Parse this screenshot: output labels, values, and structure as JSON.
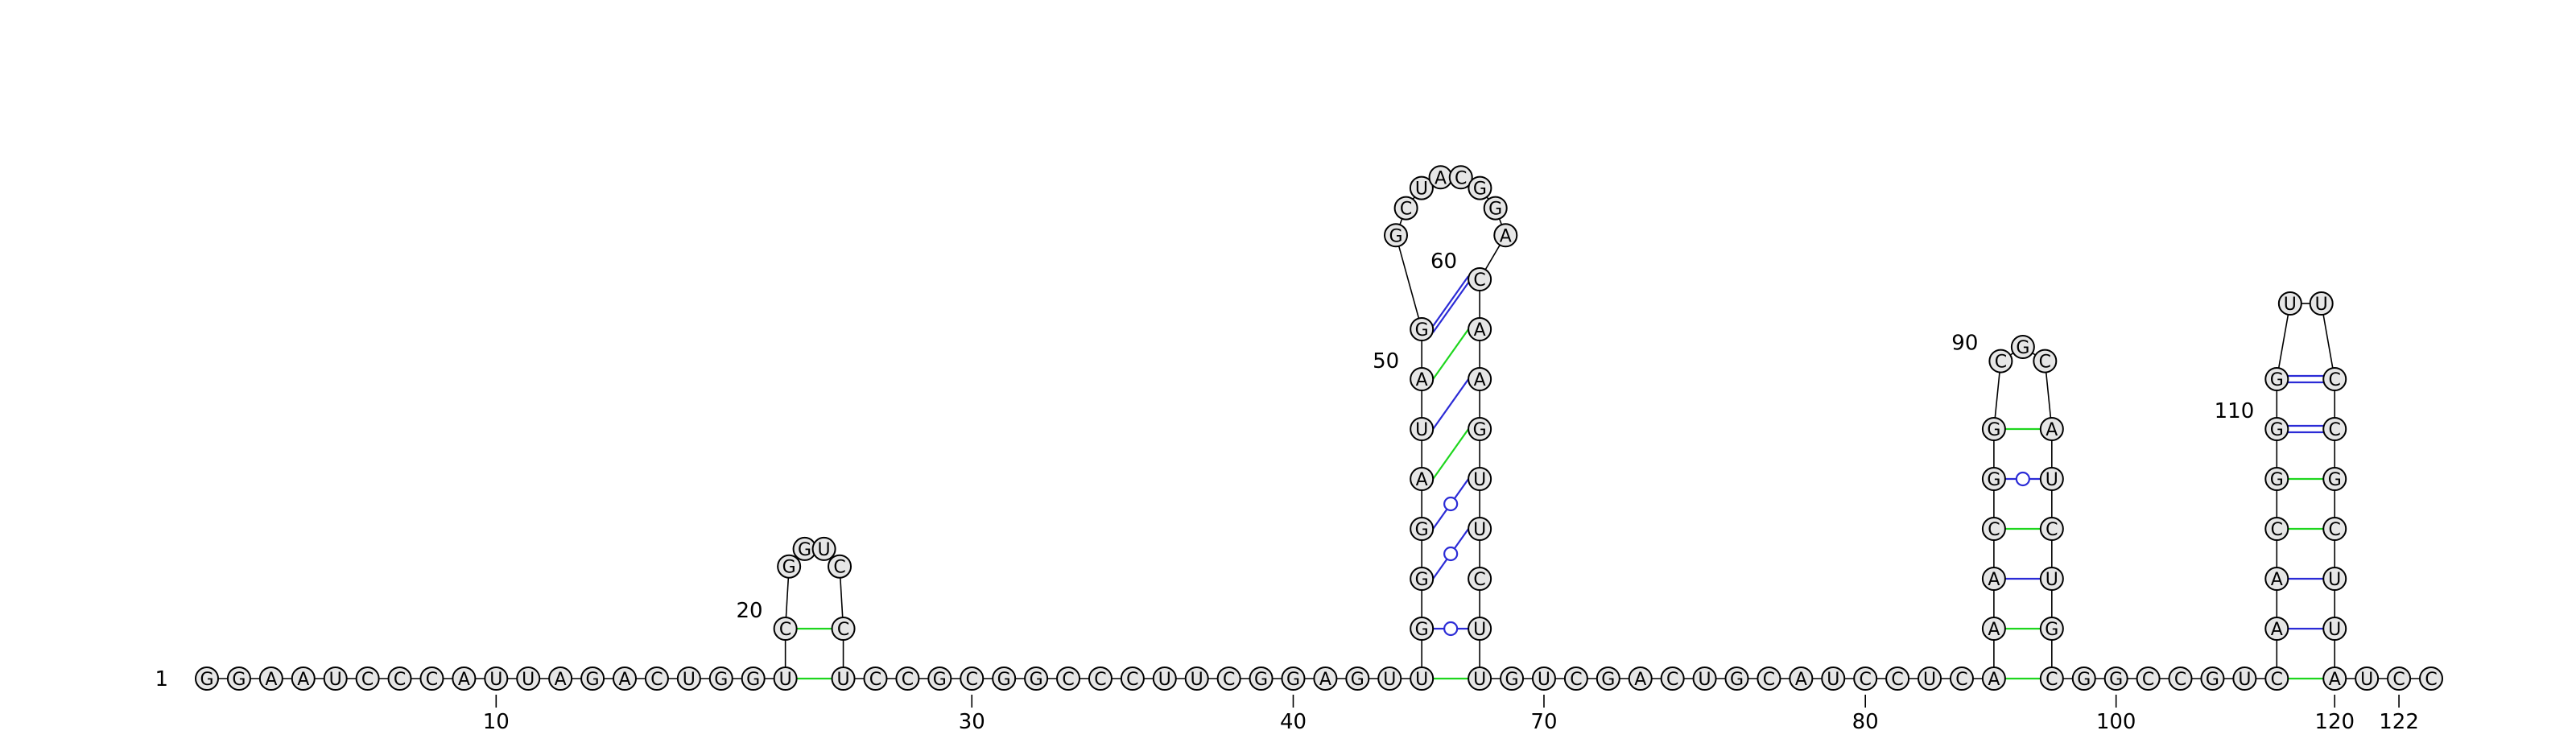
{
  "diagram": {
    "type": "rna-secondary-structure",
    "sequence": "GGAAUCCCAUUAGACUGGUCGGUCCUCCGCGGCCCUUCGGAGUUGGGAUAGGCUACGGACAAGUUCUUGUCGACUGCAUCCUCAAACGGCGCAUCUGCGGCCGUCAACGGGUUCCGCUUAUCC",
    "sequence_length": 122,
    "start_index_label": "1",
    "end_index_label": "122",
    "position_labels": [
      "1",
      "10",
      "20",
      "30",
      "40",
      "50",
      "60",
      "70",
      "80",
      "90",
      "100",
      "110",
      "120",
      "122"
    ],
    "colors": {
      "canonical_pair": "#2b2bd6",
      "noncanonical_pair": "#1ed61e",
      "nucleotide_fill": "#e6e6e6",
      "backbone": "#000000"
    },
    "helices": [
      {
        "name": "hairpin-1",
        "pairs": [
          [
            20,
            25
          ],
          [
            19,
            26
          ]
        ]
      },
      {
        "name": "hairpin-2",
        "pairs": [
          [
            44,
            68
          ],
          [
            45,
            67
          ],
          [
            46,
            65
          ],
          [
            47,
            64
          ],
          [
            48,
            63
          ],
          [
            49,
            62
          ],
          [
            50,
            61
          ],
          [
            51,
            60
          ]
        ]
      },
      {
        "name": "hairpin-3",
        "pairs": [
          [
            84,
            98
          ],
          [
            85,
            97
          ],
          [
            86,
            96
          ],
          [
            87,
            95
          ],
          [
            88,
            94
          ],
          [
            89,
            93
          ]
        ]
      },
      {
        "name": "hairpin-4",
        "pairs": [
          [
            105,
            120
          ],
          [
            106,
            119
          ],
          [
            107,
            118
          ],
          [
            108,
            117
          ],
          [
            109,
            116
          ],
          [
            110,
            115
          ],
          [
            111,
            114
          ]
        ]
      }
    ]
  }
}
